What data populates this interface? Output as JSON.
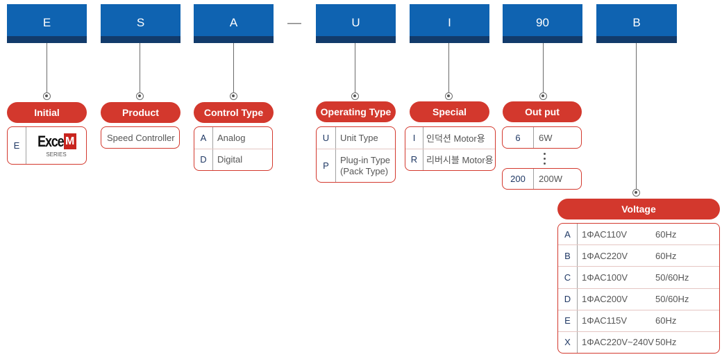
{
  "code_boxes": [
    {
      "label": "E"
    },
    {
      "label": "S"
    },
    {
      "label": "A"
    },
    {
      "label": "U"
    },
    {
      "label": "I"
    },
    {
      "label": "90"
    },
    {
      "label": "B"
    }
  ],
  "separator": "—",
  "initial": {
    "title": "Initial",
    "code": "E",
    "logo": {
      "text": "Exce",
      "accent": "M",
      "sub": "SERIES"
    }
  },
  "product": {
    "title": "Product",
    "value": "Speed Controller"
  },
  "control_type": {
    "title": "Control Type",
    "options": [
      {
        "code": "A",
        "label": "Analog"
      },
      {
        "code": "D",
        "label": "Digital"
      }
    ]
  },
  "operating_type": {
    "title": "Operating Type",
    "options": [
      {
        "code": "U",
        "label": "Unit Type"
      },
      {
        "code": "P",
        "label": "Plug-in Type",
        "label_line2": "(Pack Type)"
      }
    ]
  },
  "special": {
    "title": "Special",
    "options": [
      {
        "code": "I",
        "label": "인덕션 Motor용"
      },
      {
        "code": "R",
        "label": "리버시블 Motor용"
      }
    ]
  },
  "output": {
    "title": "Out put",
    "options": [
      {
        "code": "6",
        "label": "6W"
      },
      {
        "code": "200",
        "label": "200W"
      }
    ]
  },
  "voltage": {
    "title": "Voltage",
    "rows": [
      {
        "code": "A",
        "voltage": "1ΦAC110V",
        "freq": "60Hz"
      },
      {
        "code": "B",
        "voltage": "1ΦAC220V",
        "freq": "60Hz"
      },
      {
        "code": "C",
        "voltage": "1ΦAC100V",
        "freq": "50/60Hz"
      },
      {
        "code": "D",
        "voltage": "1ΦAC200V",
        "freq": "50/60Hz"
      },
      {
        "code": "E",
        "voltage": "1ΦAC115V",
        "freq": "60Hz"
      },
      {
        "code": "X",
        "voltage": "1ΦAC220V~240V",
        "freq": "50Hz"
      }
    ]
  },
  "colors": {
    "code_box": "#0f63b1",
    "code_box_band": "#123b6b",
    "label_pill": "#d3382d"
  }
}
